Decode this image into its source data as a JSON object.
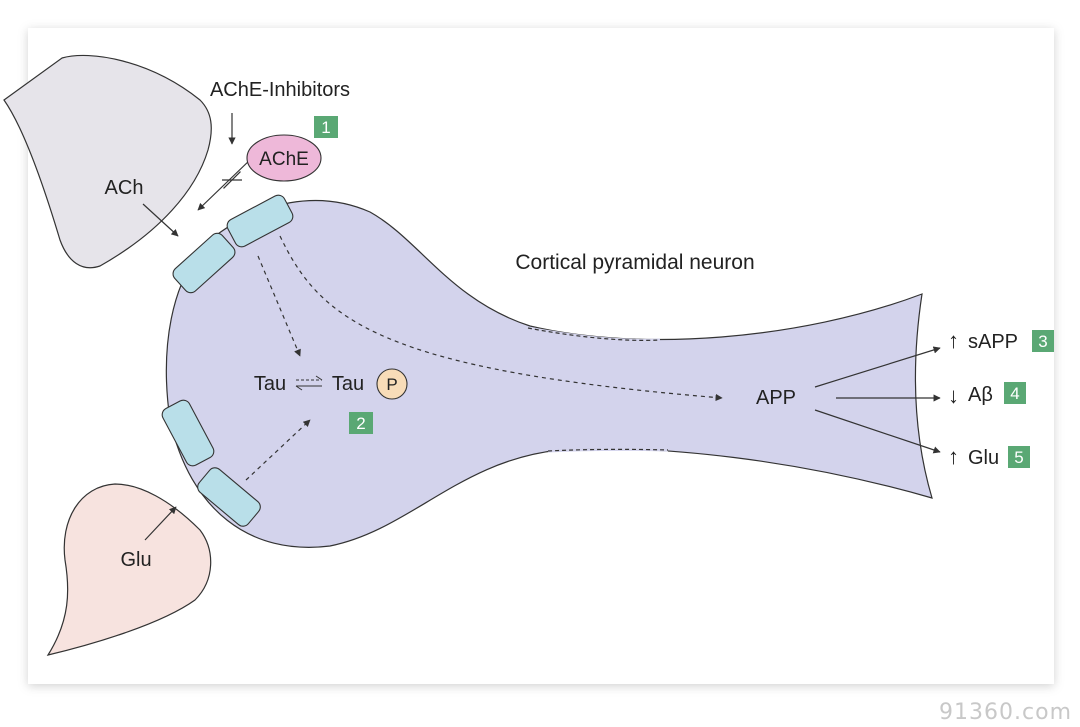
{
  "diagram": {
    "neuron_label": "Cortical pyramidal neuron",
    "inhibitor_label": "AChE-Inhibitors",
    "enzyme_label": "AChE",
    "ach_label": "ACh",
    "glu_label": "Glu",
    "tau_left": "Tau",
    "tau_right": "Tau",
    "phospho_label": "P",
    "app_label": "APP",
    "outputs": [
      {
        "arrow": "↑",
        "text": "sAPP",
        "badge": "3"
      },
      {
        "arrow": "↓",
        "text": "Aβ",
        "badge": "4"
      },
      {
        "arrow": "↑",
        "text": "Glu",
        "badge": "5"
      }
    ],
    "badges": {
      "b1": "1",
      "b2": "2"
    }
  },
  "colors": {
    "neuron_fill": "#d3d3ec",
    "ach_terminal_fill": "#e6e4ea",
    "glu_terminal_fill": "#f7e3df",
    "receptor_fill": "#b9dfe9",
    "ache_fill": "#eeb8d9",
    "phospho_fill": "#f8dcb8",
    "badge_fill": "#5aa874"
  },
  "watermark": "91360.com"
}
